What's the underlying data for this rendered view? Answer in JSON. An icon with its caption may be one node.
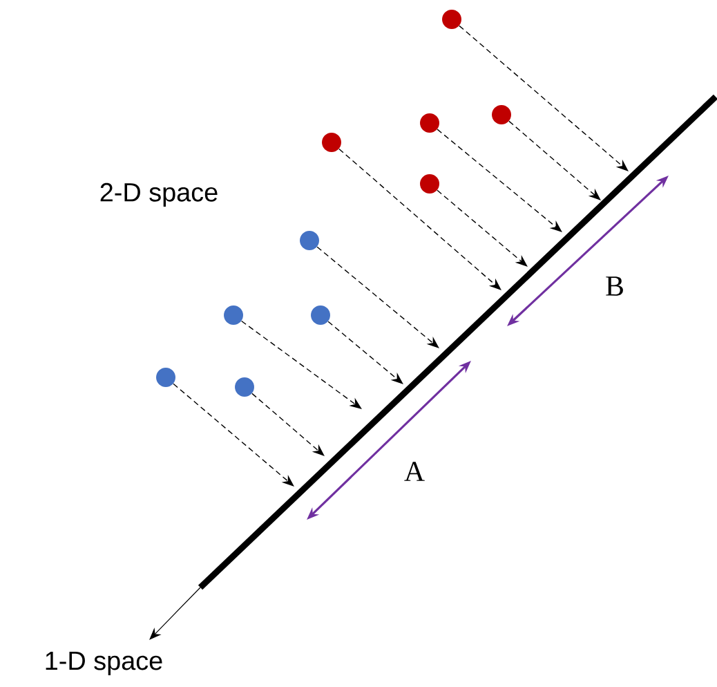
{
  "diagram": {
    "nodes": [
      {
        "text": [],
        "shape": "circle"
      },
      {
        "text": [],
        "shape": "circle"
      },
      {
        "text": [],
        "shape": "circle"
      },
      {
        "text": [],
        "shape": "circle"
      },
      {
        "text": [],
        "shape": "circle"
      },
      {
        "text": [],
        "shape": "circle"
      },
      {
        "text": [],
        "shape": "circle"
      },
      {
        "text": [],
        "shape": "circle"
      },
      {
        "text": [],
        "shape": "circle"
      },
      {
        "text": [],
        "shape": "circle"
      }
    ],
    "edges": [
      {
        "from": 0,
        "to": null,
        "arrow": "to",
        "style": "dashed"
      },
      {
        "from": 1,
        "to": null,
        "arrow": "to",
        "style": "dashed"
      },
      {
        "from": 2,
        "to": null,
        "arrow": "to",
        "style": "dashed"
      },
      {
        "from": 3,
        "to": null,
        "arrow": "to",
        "style": "dashed"
      },
      {
        "from": 4,
        "to": null,
        "arrow": "to",
        "style": "dashed"
      },
      {
        "from": 5,
        "to": null,
        "arrow": "to",
        "style": "dashed"
      },
      {
        "from": 6,
        "to": null,
        "arrow": "to",
        "style": "dashed"
      },
      {
        "from": 7,
        "to": null,
        "arrow": "to",
        "style": "dashed"
      },
      {
        "from": 8,
        "to": null,
        "arrow": "to",
        "style": "dashed"
      },
      {
        "from": 9,
        "to": null,
        "arrow": "to",
        "style": "dashed"
      }
    ],
    "labels": [
      "2-D space",
      "B",
      "A",
      "1-D space"
    ]
  }
}
